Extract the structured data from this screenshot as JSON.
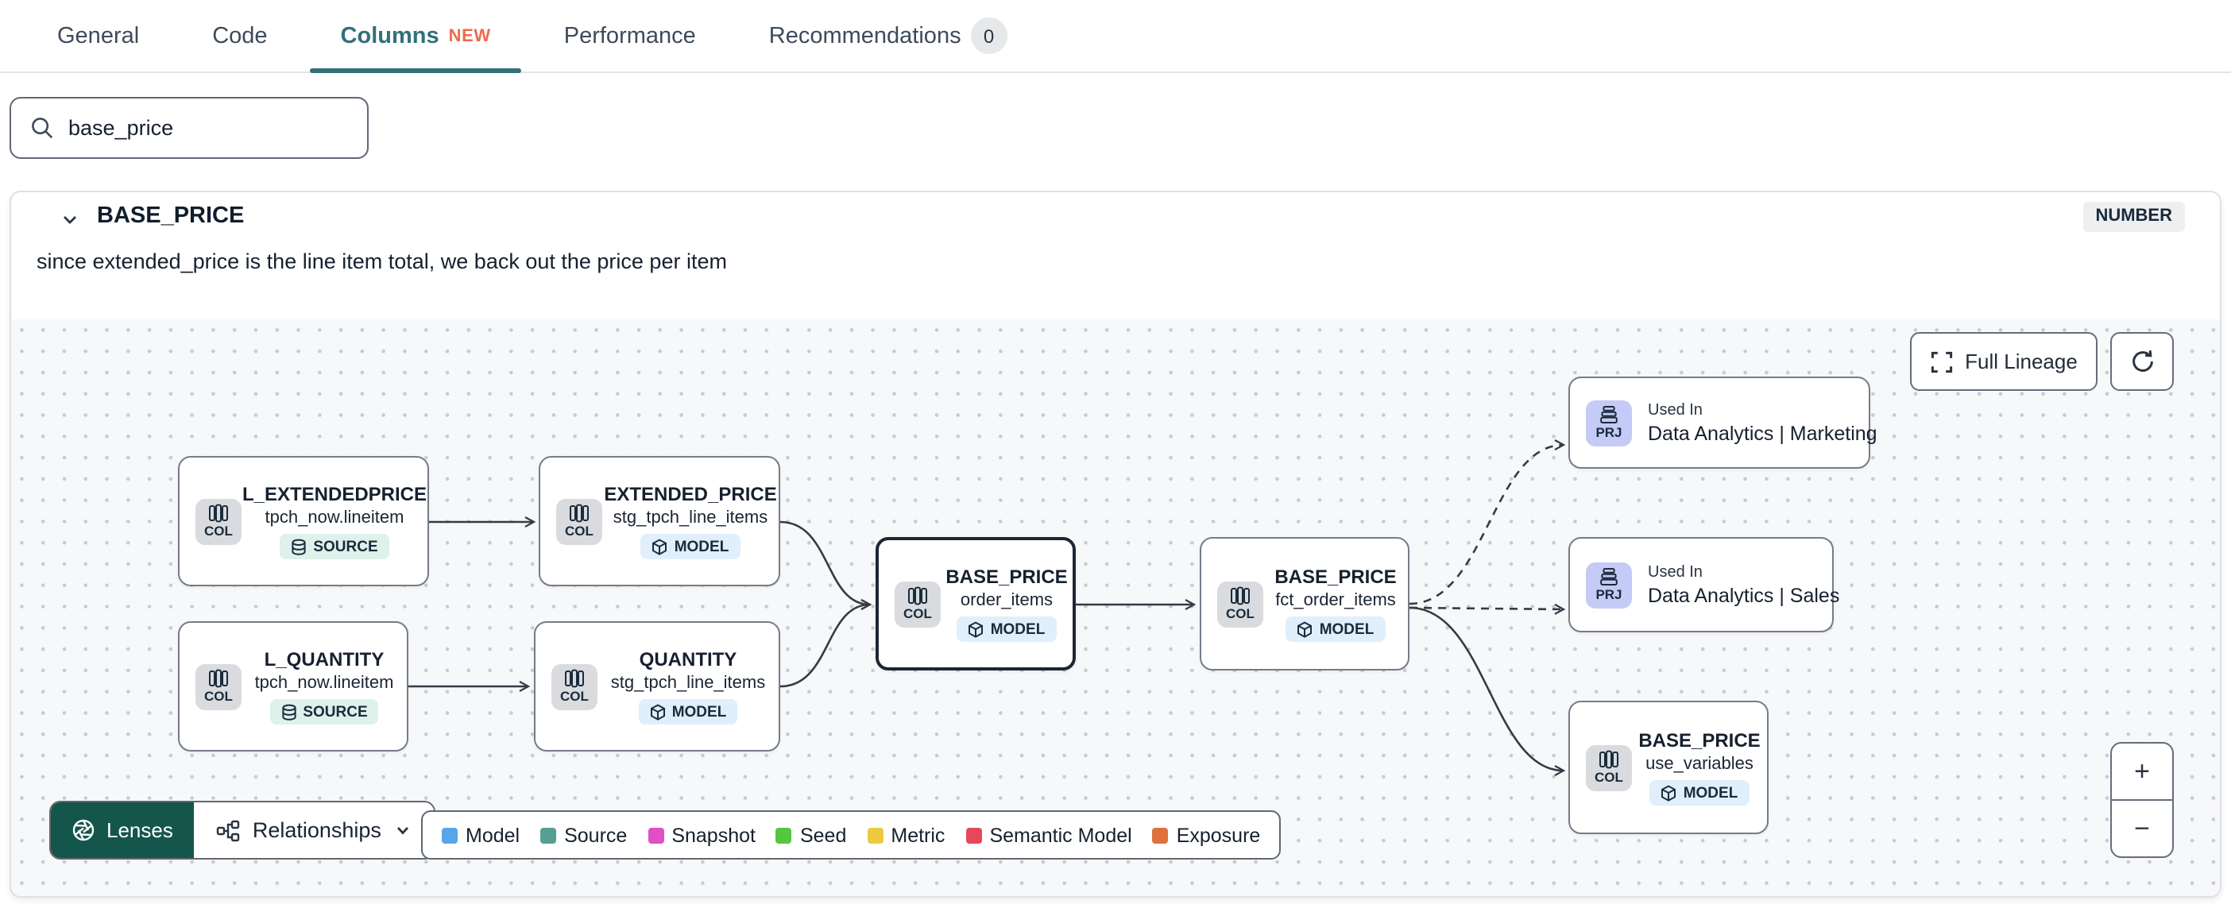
{
  "tabs": {
    "items": [
      {
        "label": "General"
      },
      {
        "label": "Code"
      },
      {
        "label": "Columns",
        "new_badge": "NEW"
      },
      {
        "label": "Performance"
      },
      {
        "label": "Recommendations",
        "count": "0"
      }
    ]
  },
  "search": {
    "value": "base_price",
    "icon": "search-icon"
  },
  "column_panel": {
    "name": "BASE_PRICE",
    "type_badge": "NUMBER",
    "description": "since extended_price is the line item total, we back out the price per item"
  },
  "lineage": {
    "controls": {
      "full_lineage_label": "Full Lineage",
      "full_lineage_icon": "expand-icon",
      "refresh_icon": "refresh-icon",
      "zoom_in": "+",
      "zoom_out": "−"
    },
    "nodes": [
      {
        "title": "L_EXTENDEDPRICE",
        "subtitle": "tpch_now.lineitem",
        "badge": "COL",
        "badge_icon": "columns-icon",
        "pill": "SOURCE",
        "pill_icon": "database-icon"
      },
      {
        "title": "EXTENDED_PRICE",
        "subtitle": "stg_tpch_line_items",
        "badge": "COL",
        "badge_icon": "columns-icon",
        "pill": "MODEL",
        "pill_icon": "cube-icon"
      },
      {
        "title": "L_QUANTITY",
        "subtitle": "tpch_now.lineitem",
        "badge": "COL",
        "badge_icon": "columns-icon",
        "pill": "SOURCE",
        "pill_icon": "database-icon"
      },
      {
        "title": "QUANTITY",
        "subtitle": "stg_tpch_line_items",
        "badge": "COL",
        "badge_icon": "columns-icon",
        "pill": "MODEL",
        "pill_icon": "cube-icon"
      },
      {
        "title": "BASE_PRICE",
        "subtitle": "order_items",
        "badge": "COL",
        "badge_icon": "columns-icon",
        "pill": "MODEL",
        "pill_icon": "cube-icon",
        "selected": true
      },
      {
        "title": "BASE_PRICE",
        "subtitle": "fct_order_items",
        "badge": "COL",
        "badge_icon": "columns-icon",
        "pill": "MODEL",
        "pill_icon": "cube-icon"
      },
      {
        "kicker": "Used In",
        "title": "Data Analytics | Marketing",
        "badge": "PRJ",
        "badge_icon": "project-stack-icon"
      },
      {
        "kicker": "Used In",
        "title": "Data Analytics | Sales",
        "badge": "PRJ",
        "badge_icon": "project-stack-icon"
      },
      {
        "title": "BASE_PRICE",
        "subtitle": "use_variables",
        "badge": "COL",
        "badge_icon": "columns-icon",
        "pill": "MODEL",
        "pill_icon": "cube-icon"
      }
    ],
    "toolbar": {
      "lenses_label": "Lenses",
      "lenses_icon": "aperture-icon",
      "relationships_label": "Relationships",
      "relationships_icon": "hierarchy-icon"
    },
    "legend": {
      "items": [
        {
          "label": "Model",
          "color": "#58A6E8"
        },
        {
          "label": "Source",
          "color": "#579E94"
        },
        {
          "label": "Snapshot",
          "color": "#E14EC6"
        },
        {
          "label": "Seed",
          "color": "#56C63E"
        },
        {
          "label": "Metric",
          "color": "#EDCB40"
        },
        {
          "label": "Semantic Model",
          "color": "#E5485C"
        },
        {
          "label": "Exposure",
          "color": "#E0703C"
        }
      ]
    }
  }
}
